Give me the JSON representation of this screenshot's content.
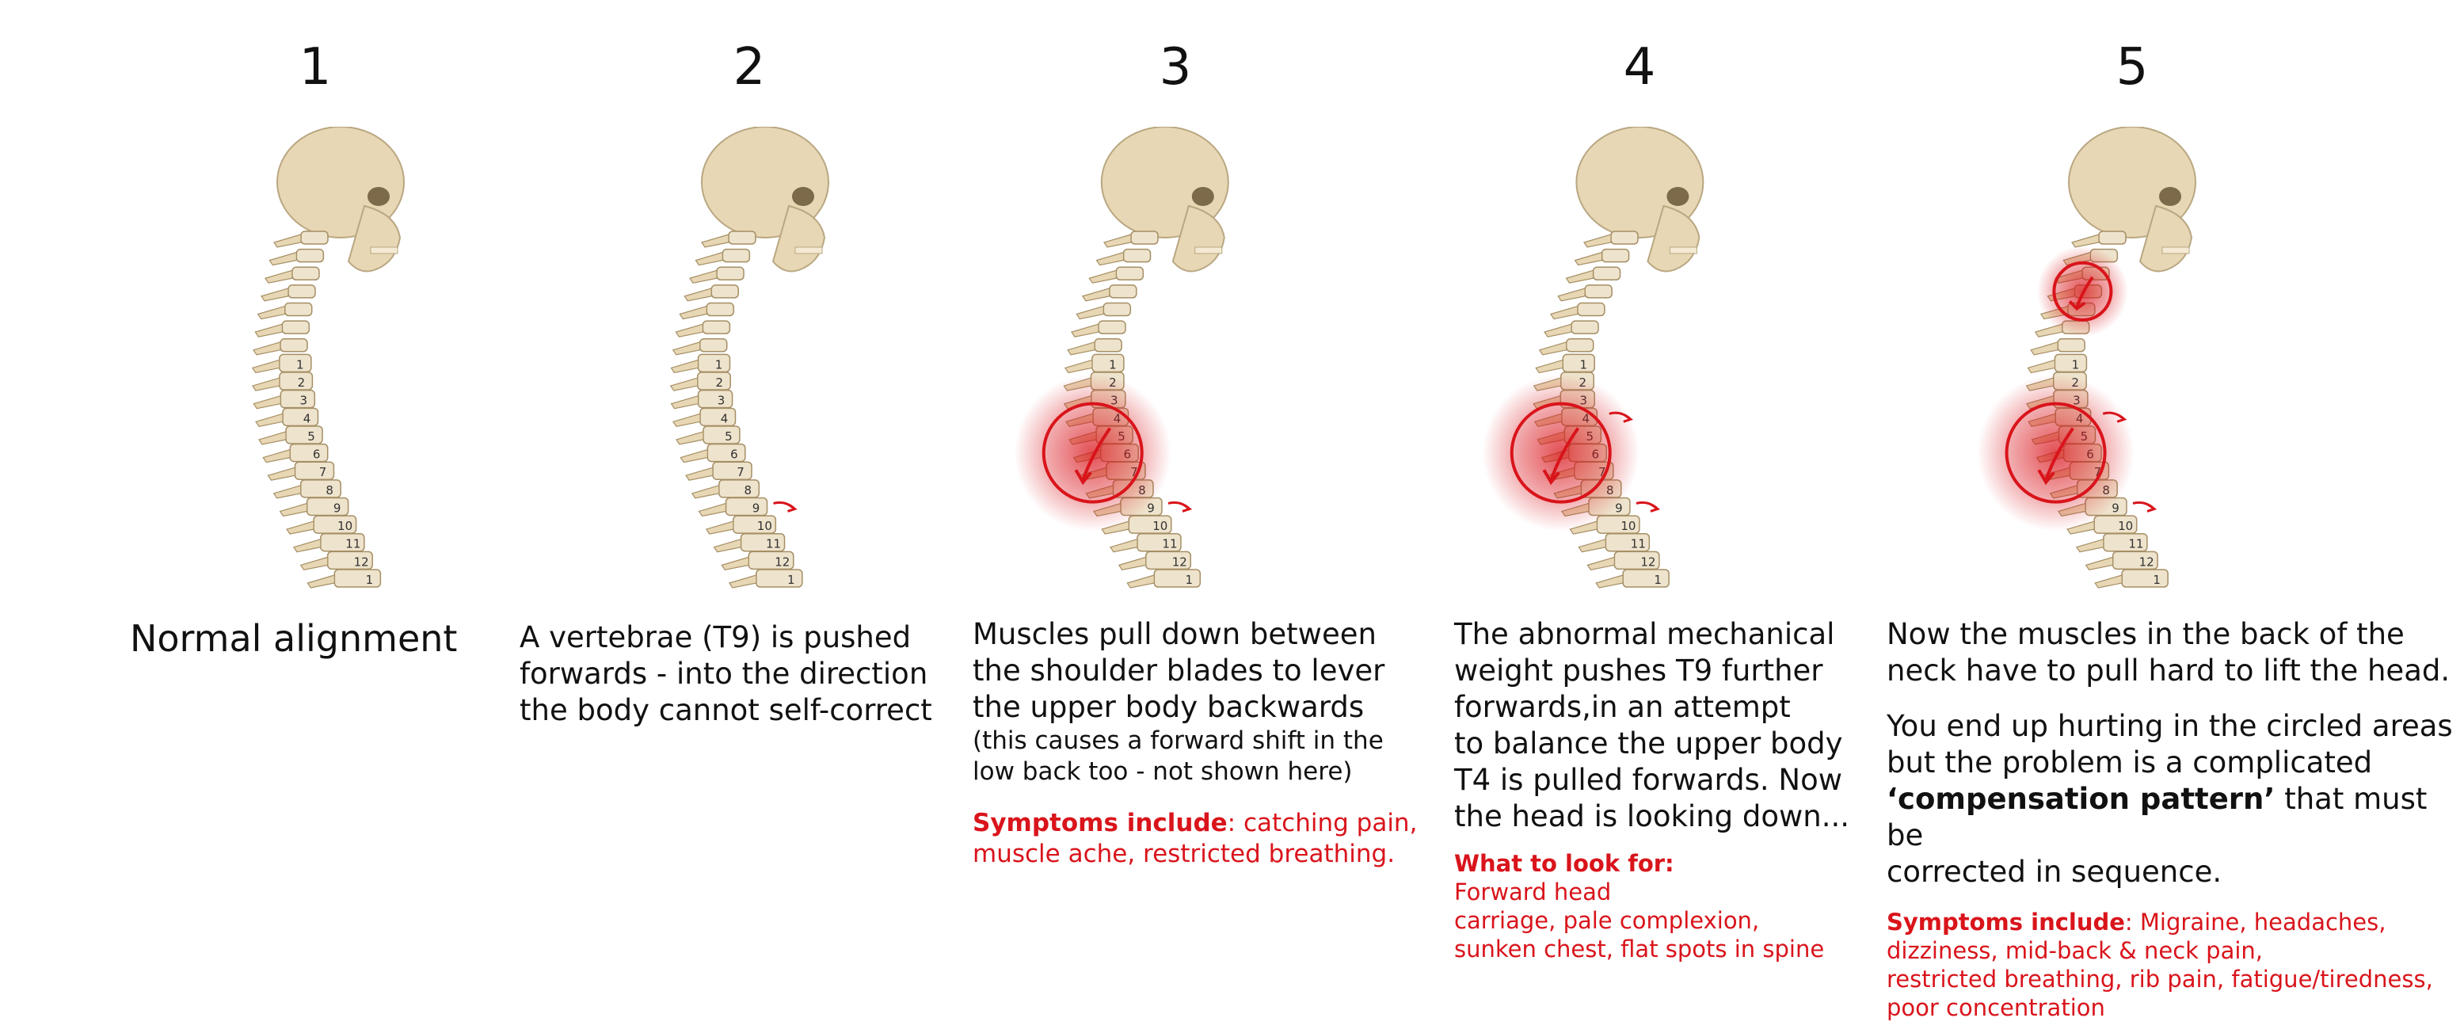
{
  "steps": [
    {
      "number": "1",
      "title": "Normal alignment"
    },
    {
      "number": "2",
      "lines": [
        "A vertebrae (T9) is pushed",
        "forwards - into the direction",
        "the body cannot self-correct"
      ]
    },
    {
      "number": "3",
      "lines": [
        "Muscles pull down between",
        "the shoulder blades to lever",
        "the upper body backwards"
      ],
      "note_lines": [
        "(this causes a forward shift in the",
        "low back too - not shown here)"
      ],
      "symptoms_label": "Symptoms include",
      "symptoms_text": [
        ": catching pain,",
        "muscle ache, restricted breathing."
      ]
    },
    {
      "number": "4",
      "lines": [
        "The abnormal mechanical",
        "weight pushes T9 further",
        "forwards,in an attempt",
        "to balance the upper body",
        "T4 is pulled forwards. Now",
        "the head is looking down..."
      ],
      "look_label": "What to look for:",
      "look_lines": [
        "Forward head",
        "carriage, pale complexion,",
        "sunken chest, flat spots in spine"
      ]
    },
    {
      "number": "5",
      "lines": [
        "Now the muscles in the back of the",
        "neck have to pull hard to lift the head."
      ],
      "lines2_pre": [
        "You end up hurting in the circled areas",
        "but the problem is a complicated"
      ],
      "bold_phrase": "‘compensation pattern’",
      "bold_after": " that must be",
      "lines2_post": "corrected in sequence.",
      "symptoms_label": "Symptoms include",
      "symptoms_text": [
        ": Migraine, headaches,",
        "dizziness, mid-back & neck pain,",
        "restricted breathing, rib pain, fatigue/tiredness,",
        "poor concentration"
      ]
    }
  ],
  "vertebra_labels": [
    "1",
    "2",
    "3",
    "4",
    "5",
    "6",
    "7",
    "8",
    "9",
    "10",
    "11",
    "12",
    "1"
  ],
  "colors": {
    "accent": "#d9141b",
    "bone": "#e8d7b4",
    "text": "#111111"
  }
}
